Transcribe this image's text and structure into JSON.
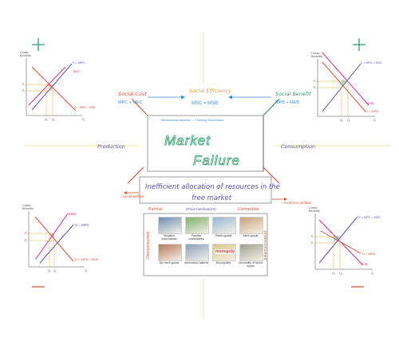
{
  "center": {
    "title_line1": "Market",
    "title_line2": "Failure",
    "note": "Behavioural aspects → Thinking Economics",
    "definition_line1": "Inefficient allocation of resources in the",
    "definition_line2": "free market",
    "free_mechanism": "(Price-mechanism)",
    "partial": "Partial",
    "complete": "Complete"
  },
  "labels": {
    "production": "Production",
    "consumption": "Consumption",
    "social_cost": "Social Cost",
    "social_cost_formula": "MPC + MEC",
    "social_efficiency": "Social Efficiency",
    "social_efficiency_formula": "MSC = MSB",
    "social_benefit": "Social Benefit",
    "social_benefit_formula": "MPB + MEB",
    "social_welfare": "↓ social welfare",
    "economic_welfare": "↓ economic welfare",
    "overconsumed": "Overconsumed",
    "underconsumed": "Underconsumed"
  },
  "tiles": [
    {
      "caption": "Negative externalities",
      "color": "#6f8fb0"
    },
    {
      "caption": "Positive externalities",
      "color": "#7fae6a"
    },
    {
      "caption": "Public goods",
      "color": "#9bb7cf"
    },
    {
      "caption": "Merit goods",
      "color": "#c9a27a"
    },
    {
      "caption": "De-merit goods",
      "color": "#b57a5c"
    },
    {
      "caption": "Information failures",
      "color": "#8aa0b8"
    },
    {
      "caption": "Monopolies",
      "color": "#d7c98a"
    },
    {
      "caption": "Immobility of factor inputs",
      "color": "#a0a090"
    }
  ],
  "monopoly_brand": "monopoly",
  "graphs": {
    "top_left": {
      "y_axis": "Costs/ Benefits",
      "curves": [
        "S = MPC",
        "MSC",
        "D = MPB = MSB"
      ],
      "prices": [
        "P₂",
        "P₁"
      ],
      "quantities": [
        "Q₂",
        "Q₁",
        "Q"
      ]
    },
    "top_right": {
      "y_axis": "Costs/ Benefits",
      "curves": [
        "S = MPC = MSC",
        "MSB",
        "D = MPB"
      ],
      "prices": [
        "P₂",
        "P₁"
      ],
      "quantities": [
        "Q₁",
        "Q₂",
        "Q"
      ]
    },
    "bottom_left": {
      "y_axis": "Costs/ Benefits",
      "curves": [
        "MSC",
        "S = MPC",
        "D = MPB = MSB"
      ],
      "prices": [
        "P₂",
        "P₁"
      ],
      "quantities": [
        "Q₂",
        "Q₁",
        "Q"
      ]
    },
    "bottom_right": {
      "y_axis": "Costs/ Benefits",
      "curves": [
        "S = MPC = MSC",
        "D = MPB",
        "MSB"
      ],
      "prices": [
        "P₂",
        "P₁"
      ],
      "quantities": [
        "Q₁",
        "Q₂",
        "Q"
      ]
    }
  },
  "colors": {
    "green": "#2e9e6a",
    "red": "#d9533a",
    "purple": "#5a4fb0",
    "blue": "#3a8fd0",
    "yellow": "#e8e070",
    "magenta": "#d62a8a"
  }
}
